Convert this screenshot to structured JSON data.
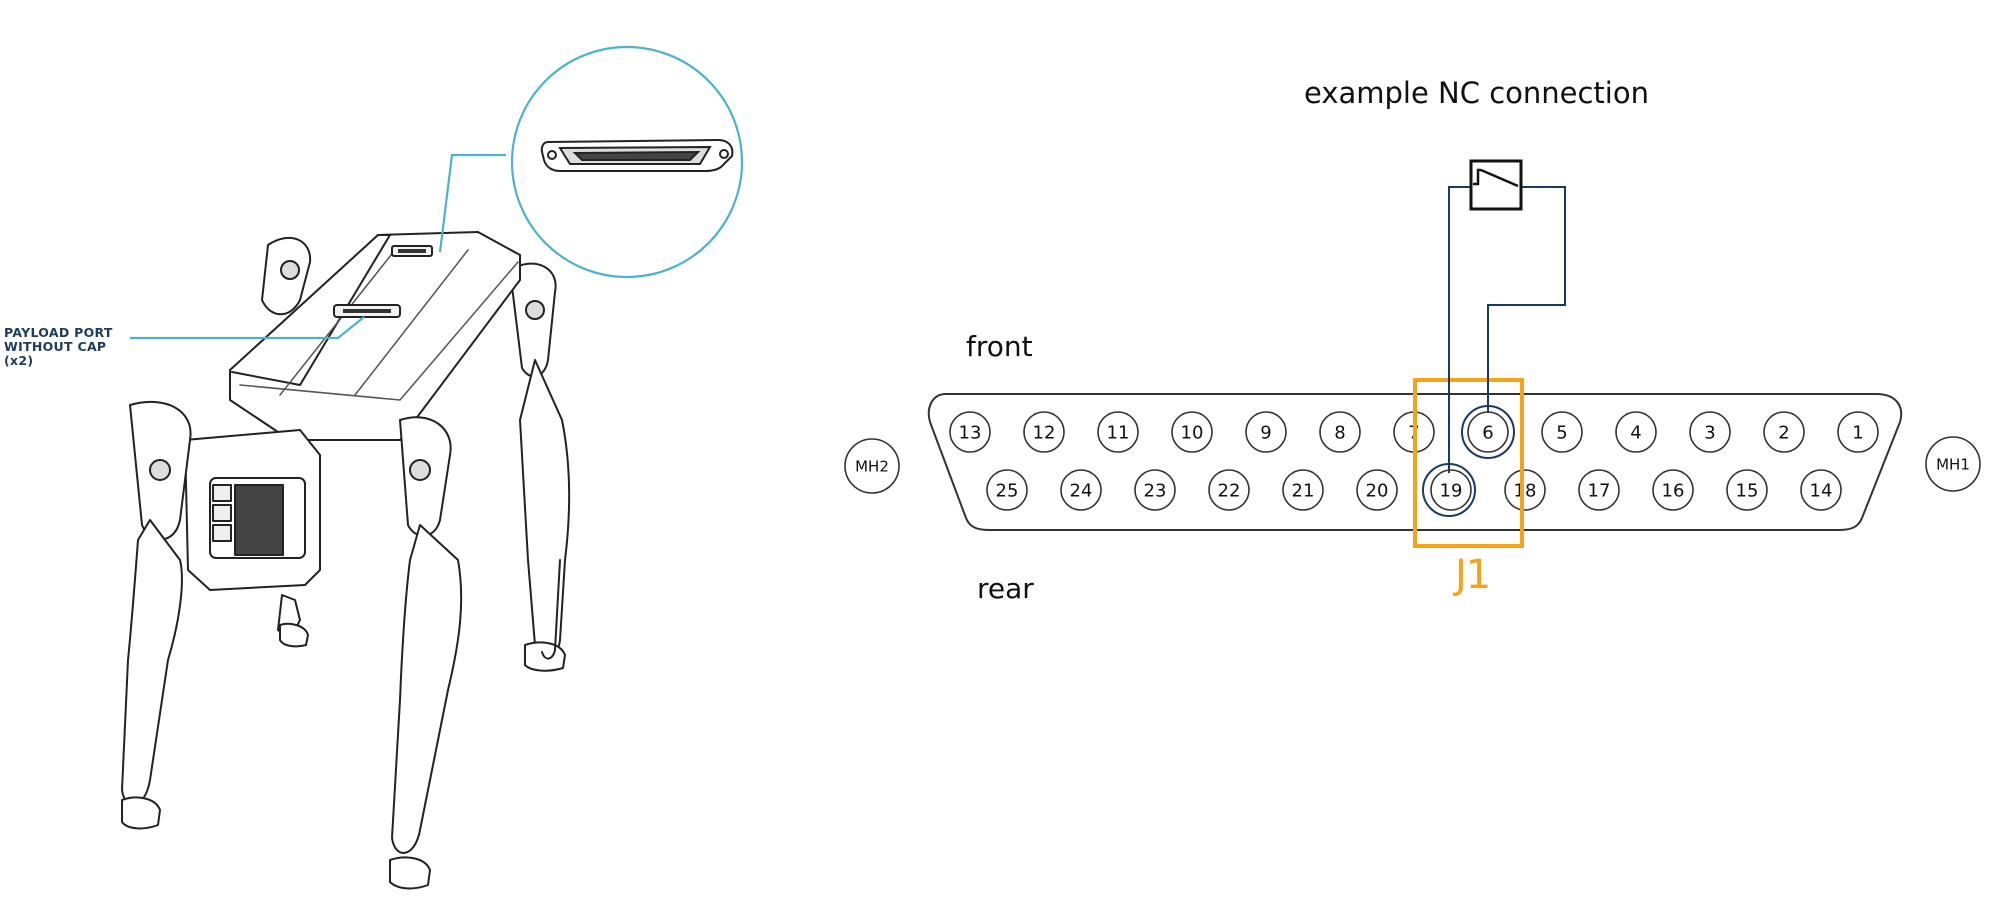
{
  "robot_figure": {
    "callout_lines": [
      "PAYLOAD PORT",
      "WITHOUT CAP",
      "(x2)"
    ]
  },
  "connector_diagram": {
    "title": "example NC connection",
    "front_label": "front",
    "rear_label": "rear",
    "highlight_label": "J1",
    "mounting_holes": [
      "MH2",
      "MH1"
    ],
    "top_row_pins": [
      "13",
      "12",
      "11",
      "10",
      "9",
      "8",
      "7",
      "6",
      "5",
      "4",
      "3",
      "2",
      "1"
    ],
    "bottom_row_pins": [
      "25",
      "24",
      "23",
      "22",
      "21",
      "20",
      "19",
      "18",
      "17",
      "16",
      "15",
      "14"
    ],
    "connected_pins": [
      "6",
      "19"
    ]
  },
  "colors": {
    "highlight": "#f5a31a",
    "wire": "#1c3a5e",
    "callout": "#4db3cc",
    "label_text": "#1f3c5c"
  }
}
